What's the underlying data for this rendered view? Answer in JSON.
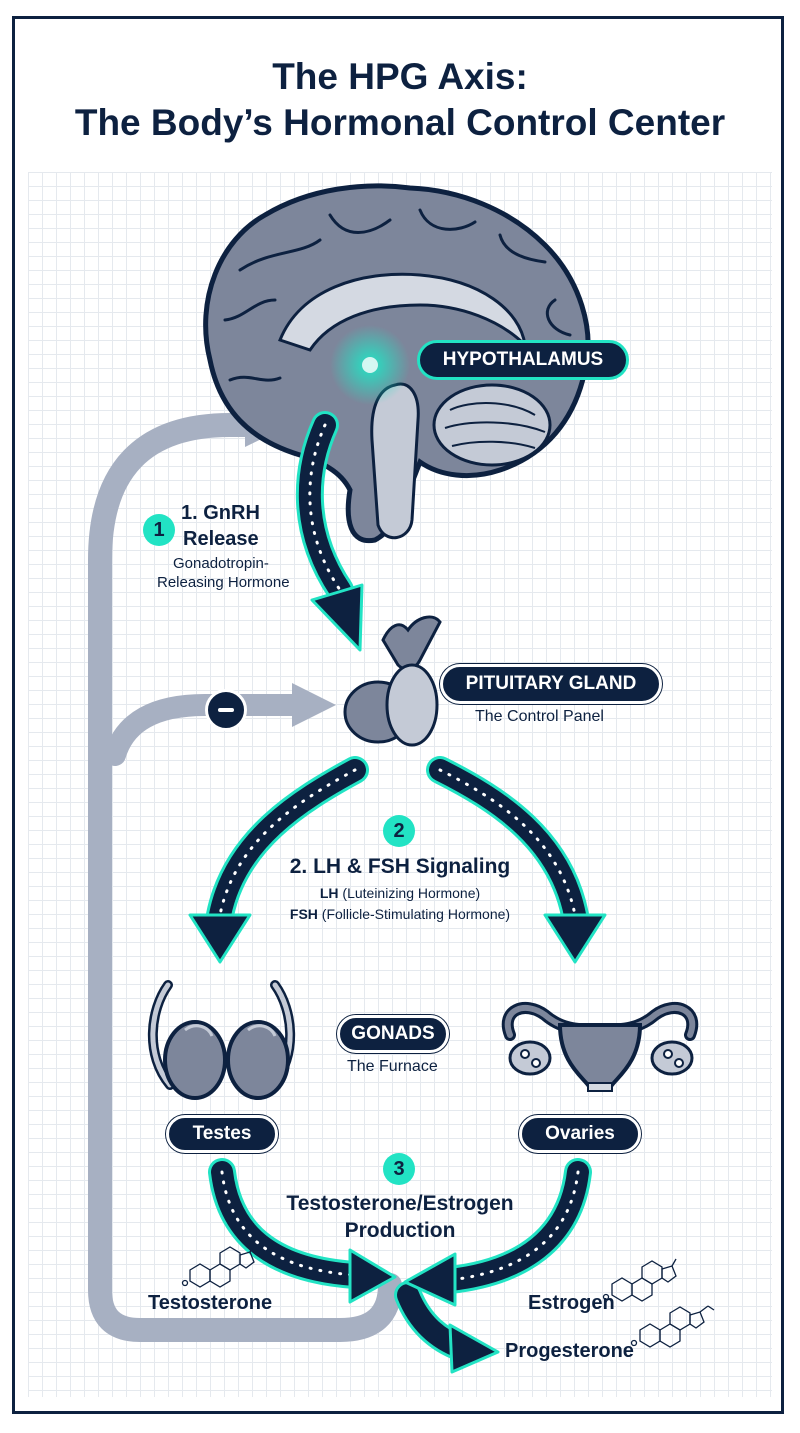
{
  "title": {
    "line1": "The HPG Axis:",
    "line2": "The Body’s Hormonal Control Center"
  },
  "hypothalamus": {
    "label": "HYPOTHALAMUS"
  },
  "step1": {
    "badge": "1",
    "title_line1": "1. GnRH",
    "title_line2": "Release",
    "desc_line1": "Gonadotropin-",
    "desc_line2": "Releasing Hormone"
  },
  "pituitary": {
    "label": "PITUITARY GLAND",
    "subtitle": "The Control Panel"
  },
  "feedback": {
    "icon": "minus-icon"
  },
  "step2": {
    "badge": "2",
    "title": "2. LH & FSH Signaling",
    "lh_abbr": "LH",
    "lh_desc": "(Luteinizing Hormone)",
    "fsh_abbr": "FSH",
    "fsh_desc": "(Follicle-Stimulating Hormone)"
  },
  "gonads": {
    "label": "GONADS",
    "subtitle": "The Furnace",
    "testes_label": "Testes",
    "ovaries_label": "Ovaries"
  },
  "step3": {
    "badge": "3",
    "title_line1": "Testosterone/Estrogen",
    "title_line2": "Production"
  },
  "hormones": {
    "testosterone": "Testosterone",
    "estrogen": "Estrogen",
    "progesterone": "Progesterone"
  },
  "colors": {
    "navy": "#0d2140",
    "teal": "#22e3c4",
    "organ_gray": "#7d869b",
    "feedback_gray": "#a7b0c2"
  }
}
